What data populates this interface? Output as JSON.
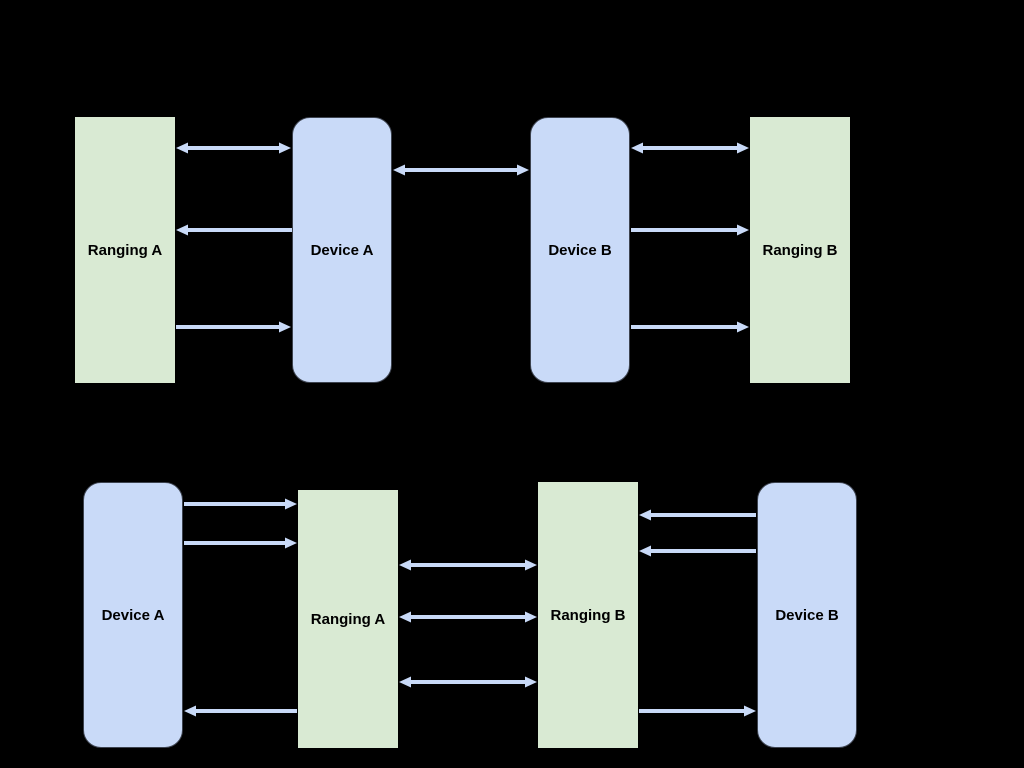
{
  "diagram": {
    "background": "#000000",
    "colors": {
      "ranging_box_fill": "#d9ead3",
      "device_box_fill": "#c9daf8",
      "device_box_border": "#3d434f",
      "arrow_fill": "#c9daf8",
      "label_text": "#000000"
    },
    "sections": [
      {
        "name": "top",
        "nodes": [
          {
            "id": "ranging-a",
            "label": "Ranging A",
            "type": "ranging"
          },
          {
            "id": "device-a",
            "label": "Device A",
            "type": "device"
          },
          {
            "id": "device-b",
            "label": "Device B",
            "type": "device"
          },
          {
            "id": "ranging-b",
            "label": "Ranging B",
            "type": "ranging"
          }
        ],
        "connections": [
          {
            "between": [
              "Ranging A",
              "Device A"
            ],
            "direction": "bidirectional"
          },
          {
            "from": "Device A",
            "to": "Ranging A",
            "direction": "left"
          },
          {
            "from": "Ranging A",
            "to": "Device A",
            "direction": "right"
          },
          {
            "between": [
              "Device A",
              "Device B"
            ],
            "direction": "bidirectional"
          },
          {
            "between": [
              "Device B",
              "Ranging B"
            ],
            "direction": "bidirectional"
          },
          {
            "from": "Device B",
            "to": "Ranging B",
            "direction": "right"
          },
          {
            "from": "Device B",
            "to": "Ranging B",
            "direction": "right"
          }
        ]
      },
      {
        "name": "bottom",
        "nodes": [
          {
            "id": "device-a",
            "label": "Device A",
            "type": "device"
          },
          {
            "id": "ranging-a",
            "label": "Ranging A",
            "type": "ranging"
          },
          {
            "id": "ranging-b",
            "label": "Ranging B",
            "type": "ranging"
          },
          {
            "id": "device-b",
            "label": "Device B",
            "type": "device"
          }
        ],
        "connections": [
          {
            "from": "Device A",
            "to": "Ranging A",
            "direction": "right"
          },
          {
            "from": "Device A",
            "to": "Ranging A",
            "direction": "right"
          },
          {
            "between": [
              "Ranging A",
              "Ranging B"
            ],
            "direction": "bidirectional"
          },
          {
            "between": [
              "Ranging A",
              "Ranging B"
            ],
            "direction": "bidirectional"
          },
          {
            "between": [
              "Ranging A",
              "Ranging B"
            ],
            "direction": "bidirectional"
          },
          {
            "from": "Ranging A",
            "to": "Device A",
            "direction": "left"
          },
          {
            "from": "Device B",
            "to": "Ranging B",
            "direction": "left"
          },
          {
            "from": "Device B",
            "to": "Ranging B",
            "direction": "left"
          },
          {
            "from": "Ranging B",
            "to": "Device B",
            "direction": "right"
          }
        ]
      }
    ]
  }
}
